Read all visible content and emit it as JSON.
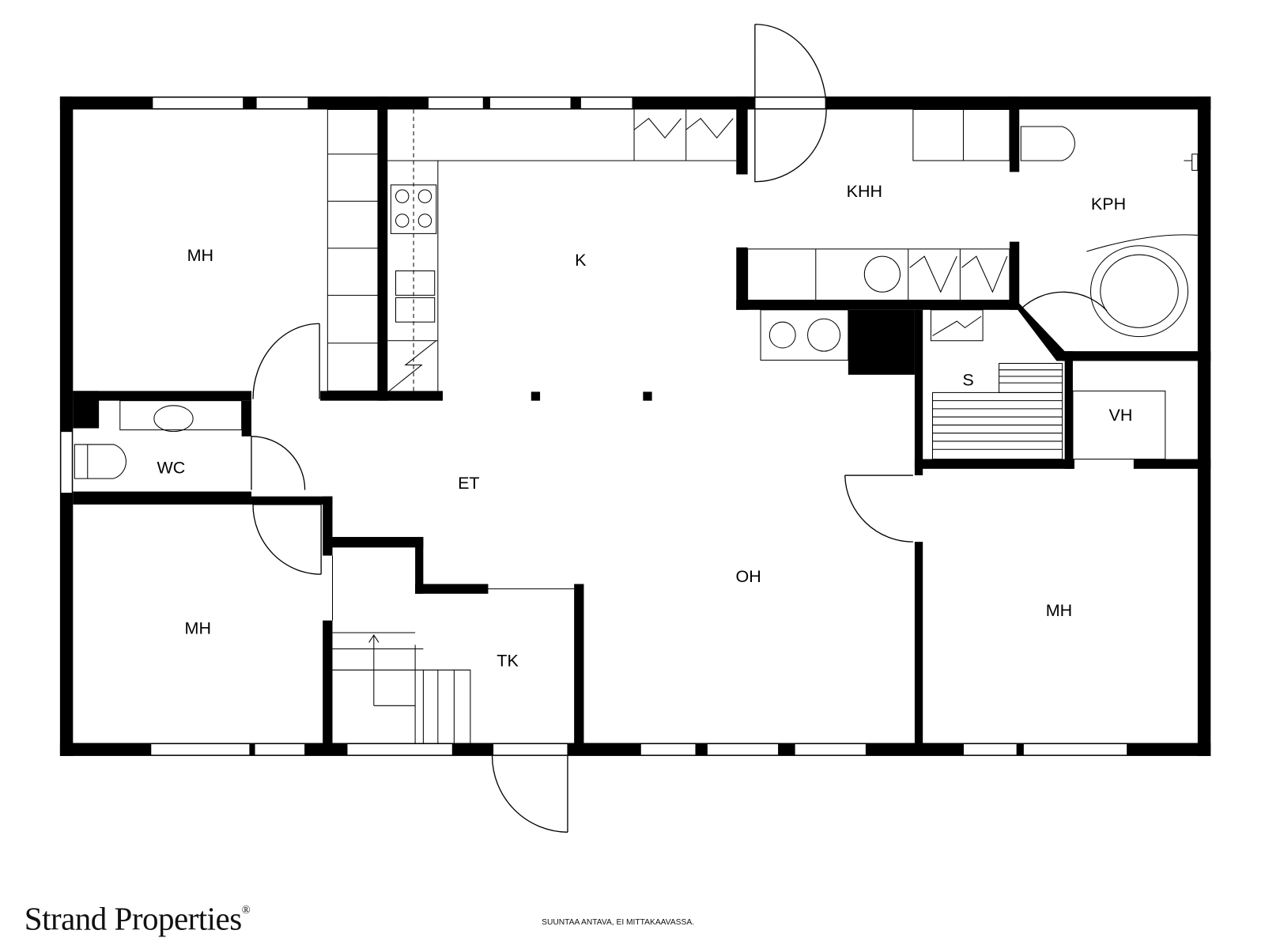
{
  "rooms": {
    "mh_top_left": "MH",
    "kitchen": "K",
    "utility": "KHH",
    "bathroom": "KPH",
    "wc": "WC",
    "entry": "ET",
    "living": "OH",
    "mh_bottom_left": "MH",
    "closet": "TK",
    "mh_right": "MH",
    "sauna": "S",
    "wardrobe": "VH"
  },
  "footer": {
    "brand": "Strand Properties",
    "registered": "®",
    "note": "SUUNTAA ANTAVA, EI MITTAKAAVASSA."
  }
}
